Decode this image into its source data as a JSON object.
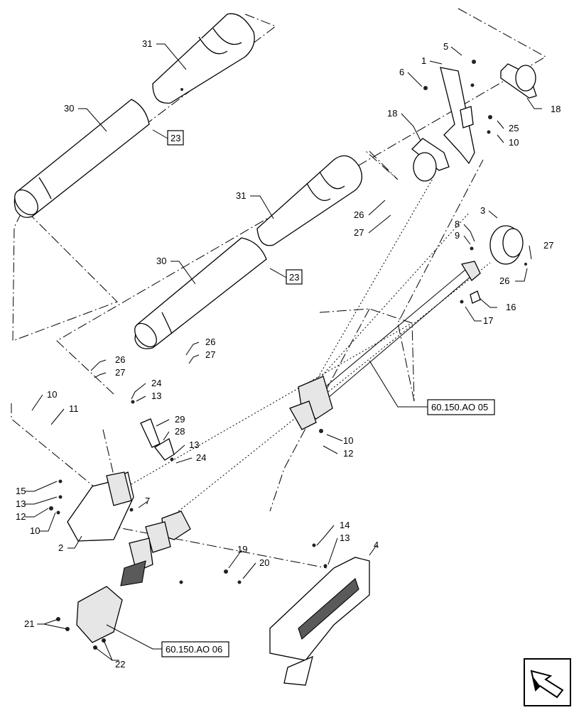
{
  "callouts": {
    "c31a": "31",
    "c30a": "30",
    "c23a": "23",
    "c31b": "31",
    "c30b": "30",
    "c23b": "23",
    "c5": "5",
    "c1": "1",
    "c6": "6",
    "c18a": "18",
    "c18b": "18",
    "c25": "25",
    "c10a": "10",
    "c26a": "26",
    "c27a": "27",
    "c3": "3",
    "c8": "8",
    "c9": "9",
    "c27b": "27",
    "c26b": "26",
    "c16": "16",
    "c17": "17",
    "c26c": "26",
    "c27c": "27",
    "c26d": "26",
    "c27d": "27",
    "c10b": "10",
    "c11": "11",
    "c24a": "24",
    "c13a": "13",
    "c29": "29",
    "c28": "28",
    "c13b": "13",
    "c24b": "24",
    "c10c": "10",
    "c12a": "12",
    "c15": "15",
    "c13c": "13",
    "c12b": "12",
    "c10d": "10",
    "c7": "7",
    "c2": "2",
    "c14": "14",
    "c13d": "13",
    "c4": "4",
    "c19": "19",
    "c20": "20",
    "c21": "21",
    "c22": "22"
  },
  "references": {
    "ref_ao05": "60.150.AO 05",
    "ref_ao06": "60.150.AO 06"
  },
  "icons": {
    "navigation": "arrow-icon"
  }
}
